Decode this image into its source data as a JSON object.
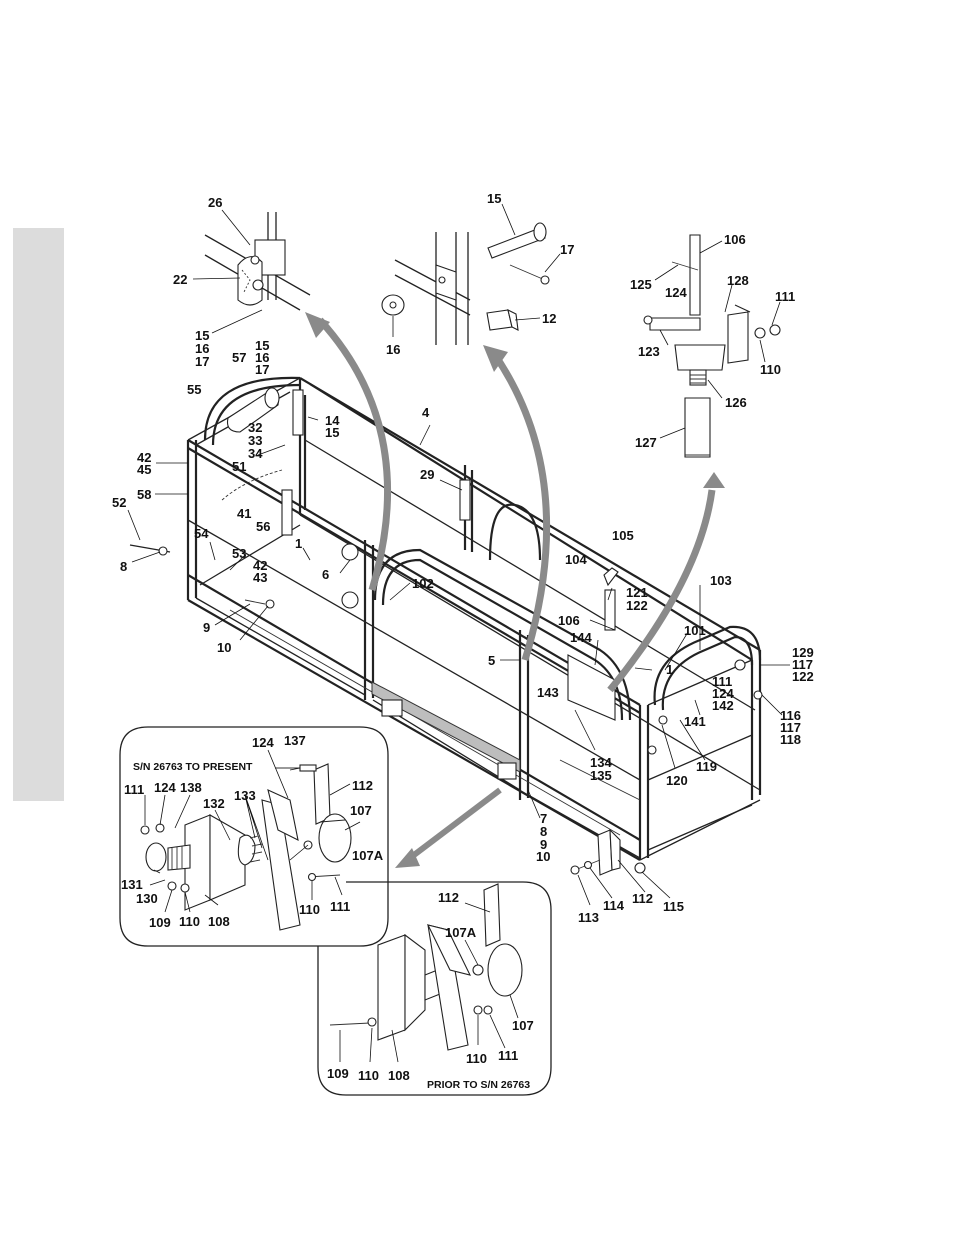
{
  "page": {
    "side_tab_color": "#dcdcdc",
    "ink_color": "#111111",
    "arrow_color": "#8a8a8a"
  },
  "notes": {
    "current": "S/N 26763 TO PRESENT",
    "prior": "PRIOR TO S/N 26763"
  },
  "labels": {
    "l26": "26",
    "l22": "22",
    "l15a": "15",
    "l16a": "16",
    "l17a": "17",
    "l15b": "15",
    "l17b": "17",
    "l12": "12",
    "l16b": "16",
    "l106a": "106",
    "l125": "125",
    "l128": "128",
    "l124a": "124",
    "l111a": "111",
    "l123": "123",
    "l110a": "110",
    "l126": "126",
    "l127": "127",
    "l15c": "15",
    "l16c": "16",
    "l17c": "17",
    "l57": "57",
    "l55": "55",
    "l4": "4",
    "l14": "14",
    "l15d": "15",
    "l32": "32",
    "l33": "33",
    "l34": "34",
    "l42a": "42",
    "l45": "45",
    "l51": "51",
    "l58": "58",
    "l29": "29",
    "l52": "52",
    "l41": "41",
    "l56": "56",
    "l105": "105",
    "l104": "104",
    "l54": "54",
    "l1a": "1",
    "l53": "53",
    "l42b": "42",
    "l43": "43",
    "l8a": "8",
    "l6": "6",
    "l102": "102",
    "l121": "121",
    "l122a": "122",
    "l103": "103",
    "l106b": "106",
    "l101": "101",
    "l144": "144",
    "l9a": "9",
    "l10a": "10",
    "l5": "5",
    "l1b": "1",
    "l129": "129",
    "l117a": "117",
    "l122b": "122",
    "l143": "143",
    "l111b": "111",
    "l124b": "124",
    "l142": "142",
    "l116": "116",
    "l117b": "117",
    "l118": "118",
    "l141": "141",
    "l134": "134",
    "l135": "135",
    "l119": "119",
    "l120": "120",
    "l7": "7",
    "l8b": "8",
    "l9b": "9",
    "l10b": "10",
    "l124c": "124",
    "l137": "137",
    "l112a": "112",
    "l111c": "111",
    "l124d": "124",
    "l138": "138",
    "l107a": "107",
    "l132": "132",
    "l133": "133",
    "l107A1": "107A",
    "l131": "131",
    "l130": "130",
    "l109a": "109",
    "l110b": "110",
    "l108a": "108",
    "l110c": "110",
    "l111d": "111",
    "l113": "113",
    "l114": "114",
    "l112b": "112",
    "l115": "115",
    "l112c": "112",
    "l107A2": "107A",
    "l107b": "107",
    "l110d": "110",
    "l111e": "111",
    "l109b": "109",
    "l110e": "110",
    "l108b": "108"
  }
}
